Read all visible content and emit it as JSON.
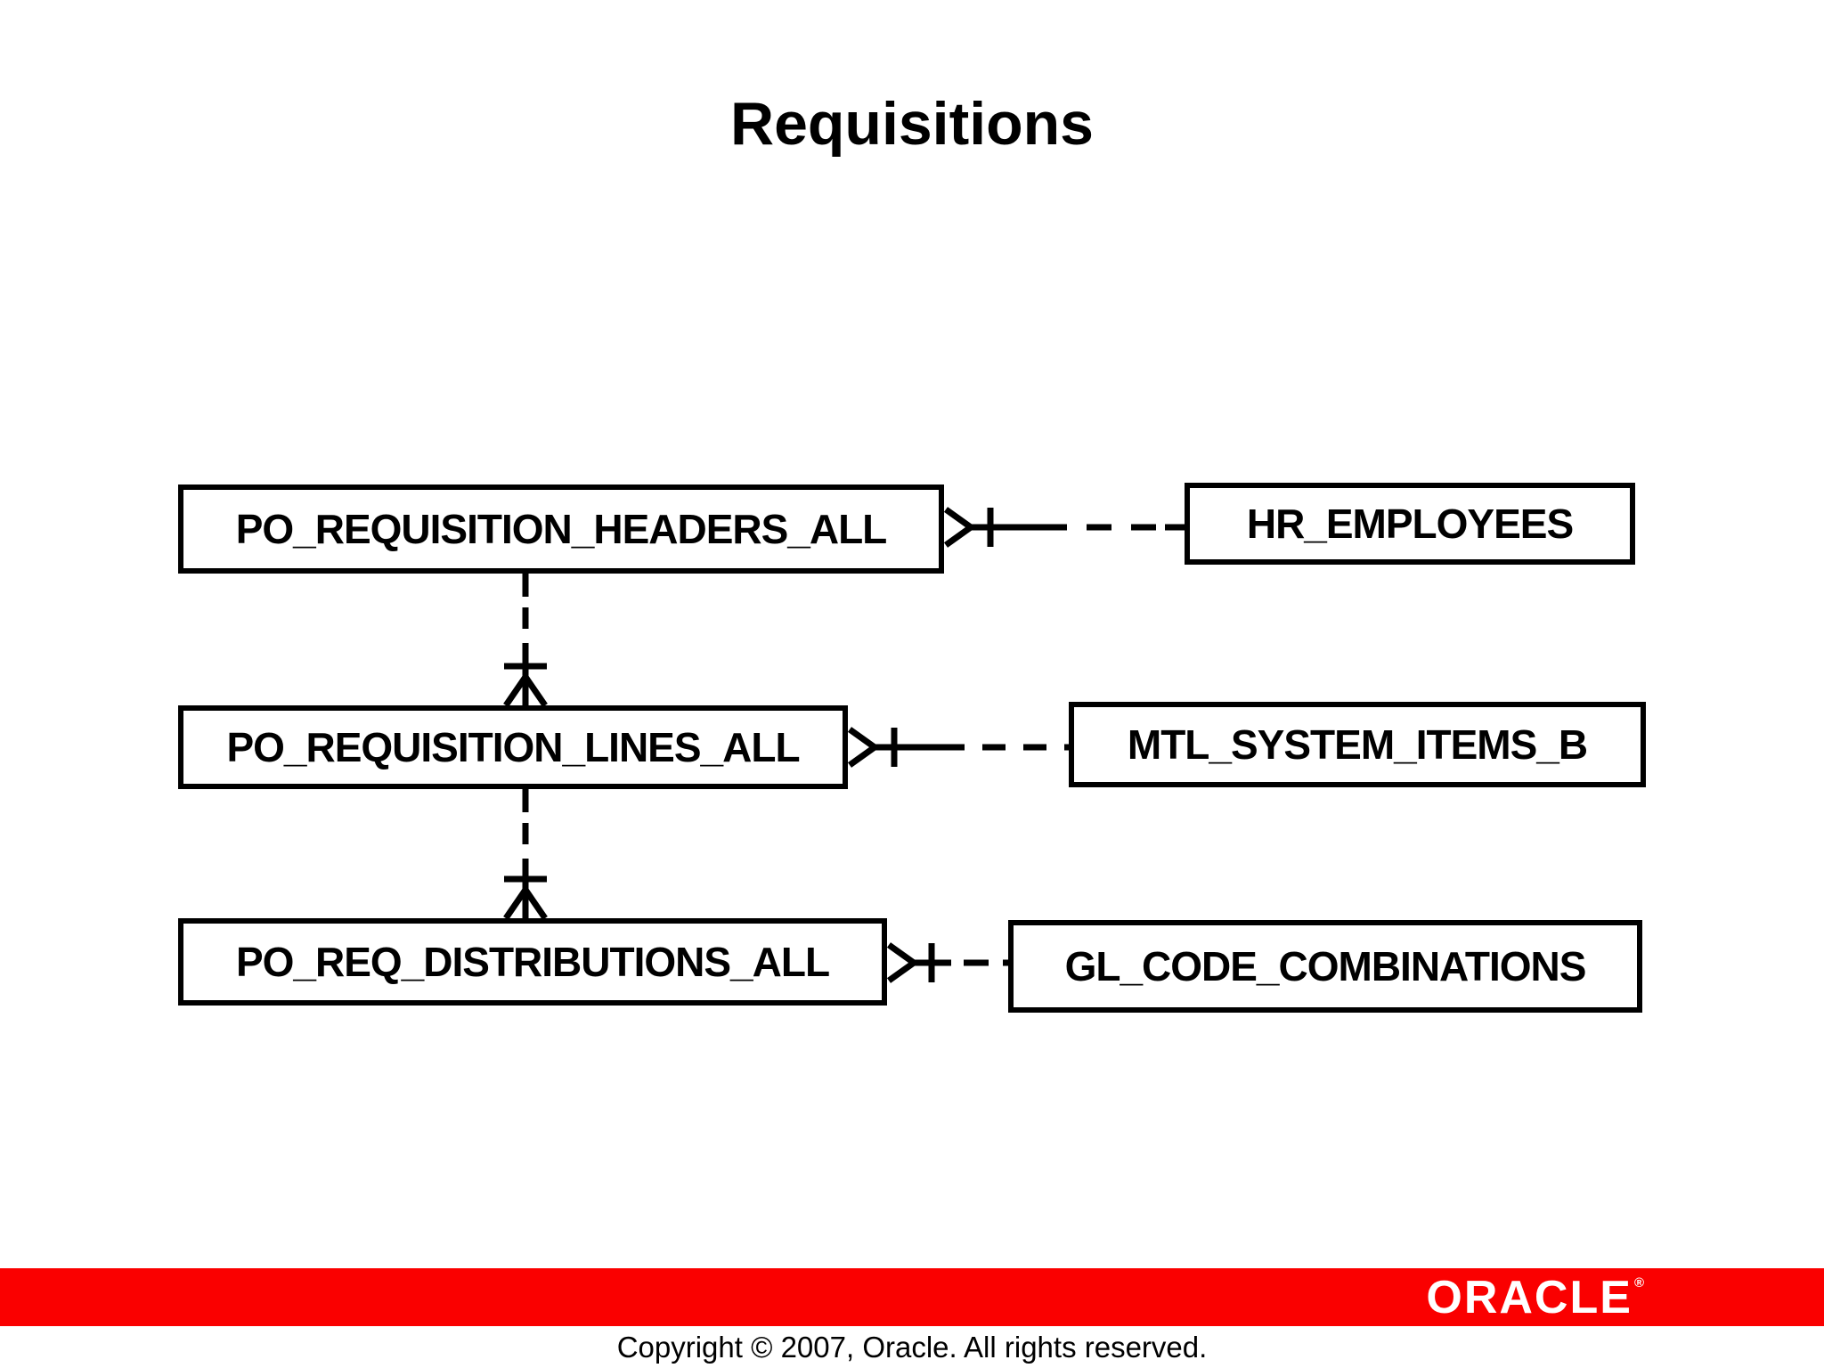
{
  "page": {
    "title": "Requisitions"
  },
  "diagram": {
    "entities": [
      {
        "label": "PO_REQUISITION_HEADERS_ALL"
      },
      {
        "label": "HR_EMPLOYEES"
      },
      {
        "label": "PO_REQUISITION_LINES_ALL"
      },
      {
        "label": "MTL_SYSTEM_ITEMS_B"
      },
      {
        "label": "PO_REQ_DISTRIBUTIONS_ALL"
      },
      {
        "label": "GL_CODE_COMBINATIONS"
      }
    ],
    "relationships": [
      {
        "from": "PO_REQUISITION_HEADERS_ALL",
        "to": "HR_EMPLOYEES",
        "cardinality": "many-to-one",
        "line_style": "dashed",
        "crow_foot_end": "PO_REQUISITION_HEADERS_ALL",
        "orientation": "horizontal"
      },
      {
        "from": "PO_REQUISITION_HEADERS_ALL",
        "to": "PO_REQUISITION_LINES_ALL",
        "cardinality": "one-to-many",
        "line_style": "dashed",
        "crow_foot_end": "PO_REQUISITION_LINES_ALL",
        "orientation": "vertical"
      },
      {
        "from": "PO_REQUISITION_LINES_ALL",
        "to": "MTL_SYSTEM_ITEMS_B",
        "cardinality": "many-to-one",
        "line_style": "dashed",
        "crow_foot_end": "PO_REQUISITION_LINES_ALL",
        "orientation": "horizontal"
      },
      {
        "from": "PO_REQUISITION_LINES_ALL",
        "to": "PO_REQ_DISTRIBUTIONS_ALL",
        "cardinality": "one-to-many",
        "line_style": "dashed",
        "crow_foot_end": "PO_REQ_DISTRIBUTIONS_ALL",
        "orientation": "vertical"
      },
      {
        "from": "PO_REQ_DISTRIBUTIONS_ALL",
        "to": "GL_CODE_COMBINATIONS",
        "cardinality": "many-to-one",
        "line_style": "dashed",
        "crow_foot_end": "PO_REQ_DISTRIBUTIONS_ALL",
        "orientation": "horizontal"
      }
    ]
  },
  "footer": {
    "logo_text": "ORACLE",
    "logo_registered": "®",
    "copyright": "Copyright © 2007, Oracle. All rights reserved."
  },
  "colors": {
    "ink": "#000000",
    "background": "#ffffff",
    "footer_red": "#fa0000",
    "logo_text_color": "#ffffff"
  }
}
